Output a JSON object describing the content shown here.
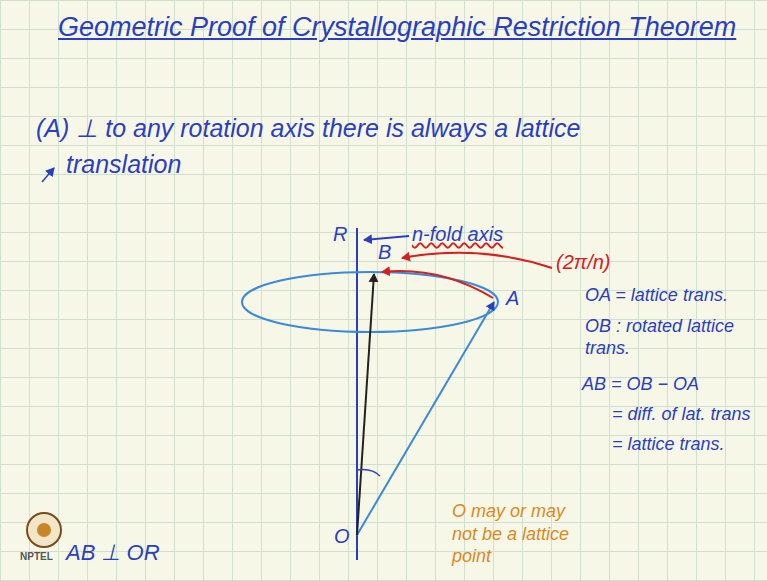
{
  "diagram": {
    "title": "Geometric Proof of Crystallographic Restriction Theorem",
    "labels": [
      "(A) ⊥ to any rotation axis there is always a lattice translation",
      "R",
      "n-fold axis",
      "B",
      "(2π/n)",
      "A",
      "O",
      "OA = lattice trans.",
      "OB : rotated lattice trans.",
      "AB = OB − OA",
      "= diff. of lat. trans",
      "= lattice trans.",
      "O may or may not be a lattice point",
      "NPTEL",
      "AB ⊥ OR"
    ]
  }
}
